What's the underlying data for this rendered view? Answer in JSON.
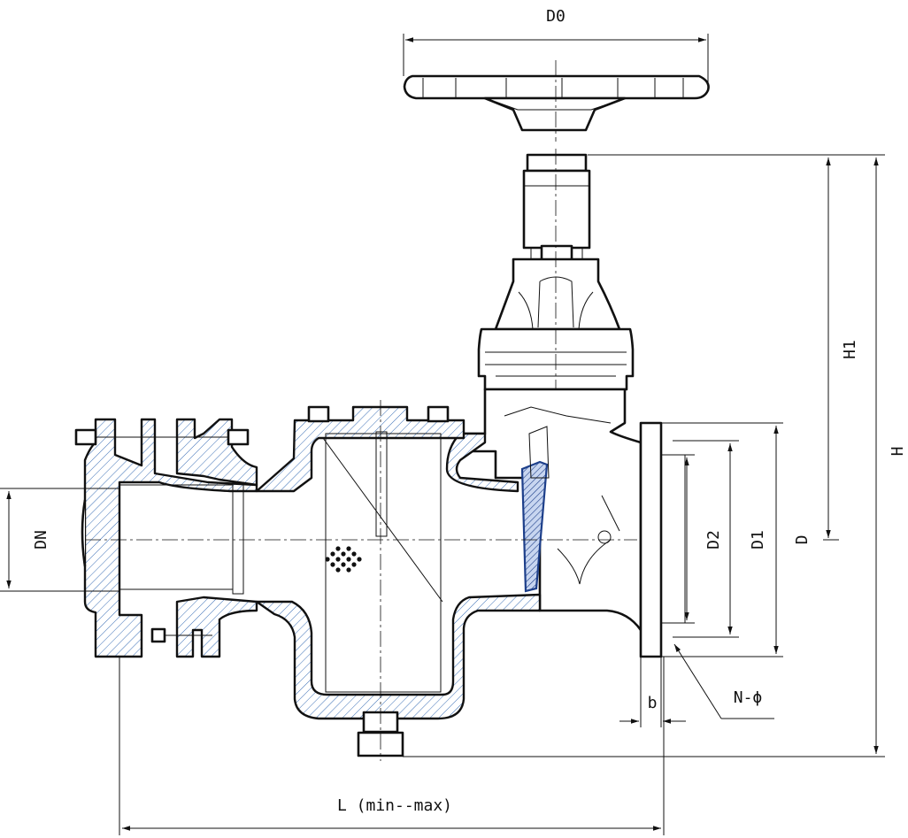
{
  "labels": {
    "d0": "D0",
    "h1": "H1",
    "h": "H",
    "dn": "DN",
    "d2": "D2",
    "d1": "D1",
    "d": "D",
    "b": "b",
    "n_phi": "N-ϕ",
    "length": "L (min--max)"
  },
  "colors": {
    "hatch": "#3b6fb6",
    "gate": "#1d3f8a",
    "line": "#111111"
  }
}
